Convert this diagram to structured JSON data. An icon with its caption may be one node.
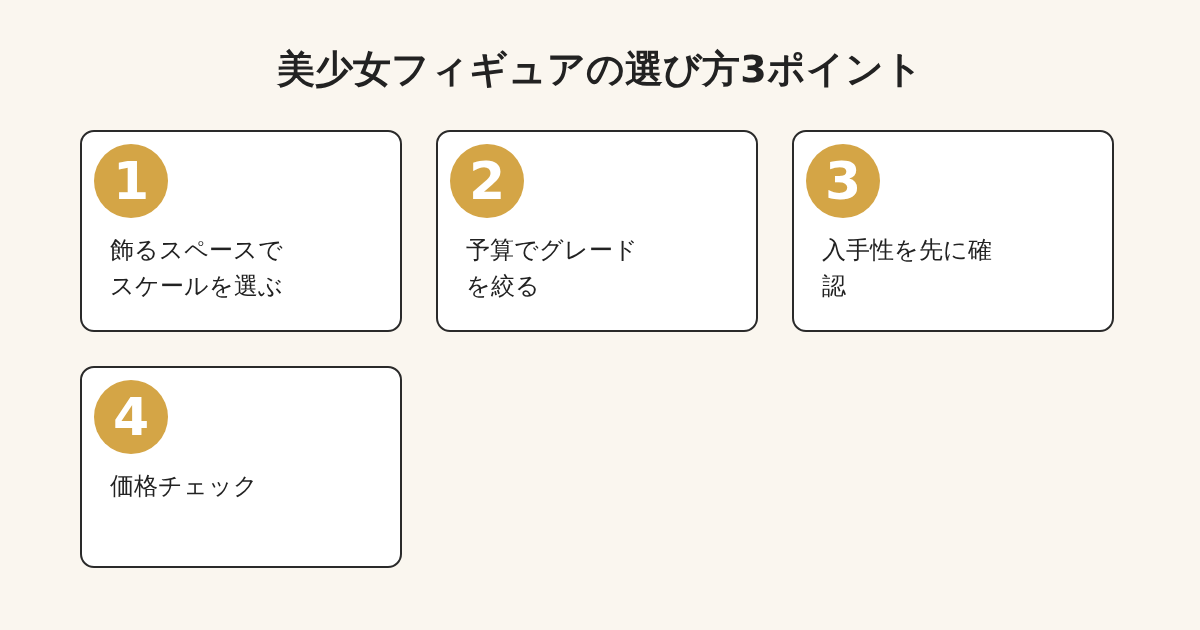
{
  "diagram": {
    "title": "美少女フィギュアの選び方3ポイント",
    "nodes": [
      {
        "text": [
          "1",
          "飾るスペースでスケールを選ぶ"
        ]
      },
      {
        "text": [
          "2",
          "予算でグレードを絞る"
        ]
      },
      {
        "text": [
          "3",
          "入手性を先に確認"
        ]
      },
      {
        "text": [
          "4",
          "価格チェック"
        ]
      }
    ],
    "edges": []
  }
}
